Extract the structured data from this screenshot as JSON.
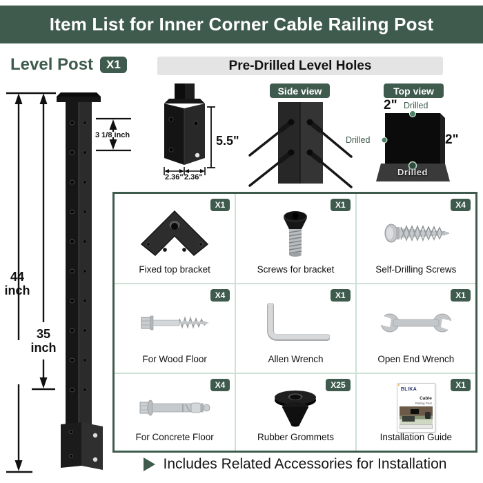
{
  "colors": {
    "brand_green": "#3E5B4D",
    "pill_gray": "#E4E4E4",
    "grid_line": "#CCE0D6",
    "dot_green": "#4E8266"
  },
  "banner": {
    "title": "Item List for Inner Corner Cable Railing Post"
  },
  "header": {
    "post_label": "Level Post",
    "post_qty": "X1",
    "section_title": "Pre-Drilled Level Holes"
  },
  "post_figure": {
    "overall_value": "44",
    "overall_unit": "inch",
    "span_value": "35",
    "span_unit": "inch",
    "hole_spacing": "3 1/8 inch"
  },
  "bracket_figure": {
    "height": "5.5\"",
    "left_width": "2.36\"",
    "right_width": "2.36\""
  },
  "views": {
    "side_label": "Side view",
    "top_label": "Top view",
    "top_dim": "2\"",
    "right_dim": "2\"",
    "drilled_top": "Drilled",
    "drilled_left": "Drilled",
    "drilled_front": "Drilled"
  },
  "items": [
    {
      "name": "Fixed top bracket",
      "qty": "X1",
      "icon": "corner-bracket"
    },
    {
      "name": "Screws for bracket",
      "qty": "X1",
      "icon": "flat-head-screw"
    },
    {
      "name": "Self-Drilling Screws",
      "qty": "X4",
      "icon": "self-drilling-screw"
    },
    {
      "name": "For Wood Floor",
      "qty": "X4",
      "icon": "lag-screw"
    },
    {
      "name": "Allen Wrench",
      "qty": "X1",
      "icon": "allen-wrench"
    },
    {
      "name": "Open End Wrench",
      "qty": "X1",
      "icon": "open-end-wrench"
    },
    {
      "name": "For Concrete Floor",
      "qty": "X4",
      "icon": "concrete-anchor-bolt"
    },
    {
      "name": "Rubber Grommets",
      "qty": "X25",
      "icon": "rubber-grommet"
    },
    {
      "name": "Installation Guide",
      "qty": "X1",
      "icon": "installation-guide-booklet"
    }
  ],
  "guide_cover": {
    "brand": "BLIKA",
    "line1": "Cable",
    "line2": "Railing Post"
  },
  "footer": {
    "note": "Includes Related Accessories for Installation"
  }
}
